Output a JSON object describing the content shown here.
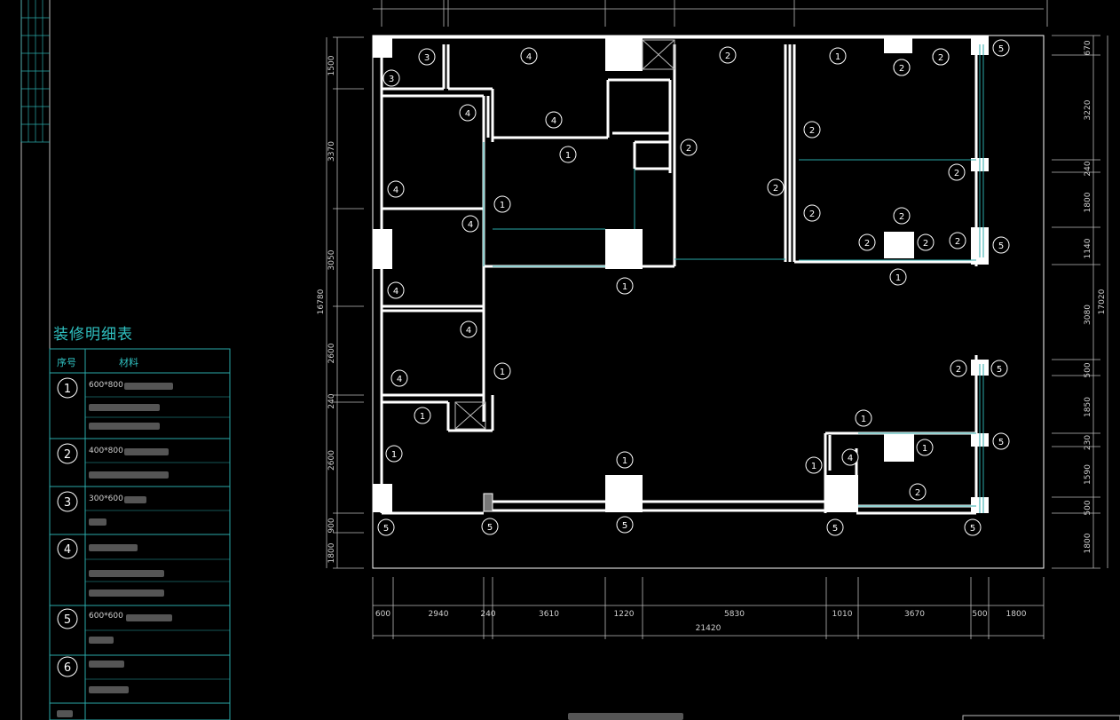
{
  "legend": {
    "title": "装修明细表",
    "col_no": "序号",
    "col_material": "材料",
    "items": [
      {
        "no": "1",
        "spec": "600*800"
      },
      {
        "no": "2",
        "spec": "400*800"
      },
      {
        "no": "3",
        "spec": "300*600"
      },
      {
        "no": "4",
        "spec": ""
      },
      {
        "no": "5",
        "spec": "600*600"
      },
      {
        "no": "6",
        "spec": ""
      }
    ]
  },
  "dimensions": {
    "left": [
      "1500",
      "3370",
      "3050",
      "2600",
      "240",
      "2600",
      "900",
      "1800"
    ],
    "left_total": "16780",
    "right": [
      "670",
      "3220",
      "240",
      "1800",
      "1140",
      "3080",
      "500",
      "1850",
      "230",
      "1590",
      "500",
      "1800"
    ],
    "right_total": "17020",
    "bottom": [
      "600",
      "2940",
      "240",
      "3610",
      "1220",
      "5830",
      "1010",
      "3670",
      "500",
      "1800"
    ],
    "bottom_total": "21420"
  },
  "zone_tags": [
    "3",
    "3",
    "4",
    "4",
    "4",
    "4",
    "4",
    "4",
    "4",
    "4",
    "4",
    "4",
    "1",
    "1",
    "1",
    "1",
    "1",
    "1",
    "1",
    "1",
    "1",
    "1",
    "1",
    "1",
    "1",
    "2",
    "2",
    "2",
    "2",
    "2",
    "2",
    "2",
    "2",
    "2",
    "2",
    "2",
    "2",
    "2",
    "2",
    "5",
    "5",
    "5",
    "5",
    "5",
    "5",
    "5",
    "5",
    "5"
  ]
}
